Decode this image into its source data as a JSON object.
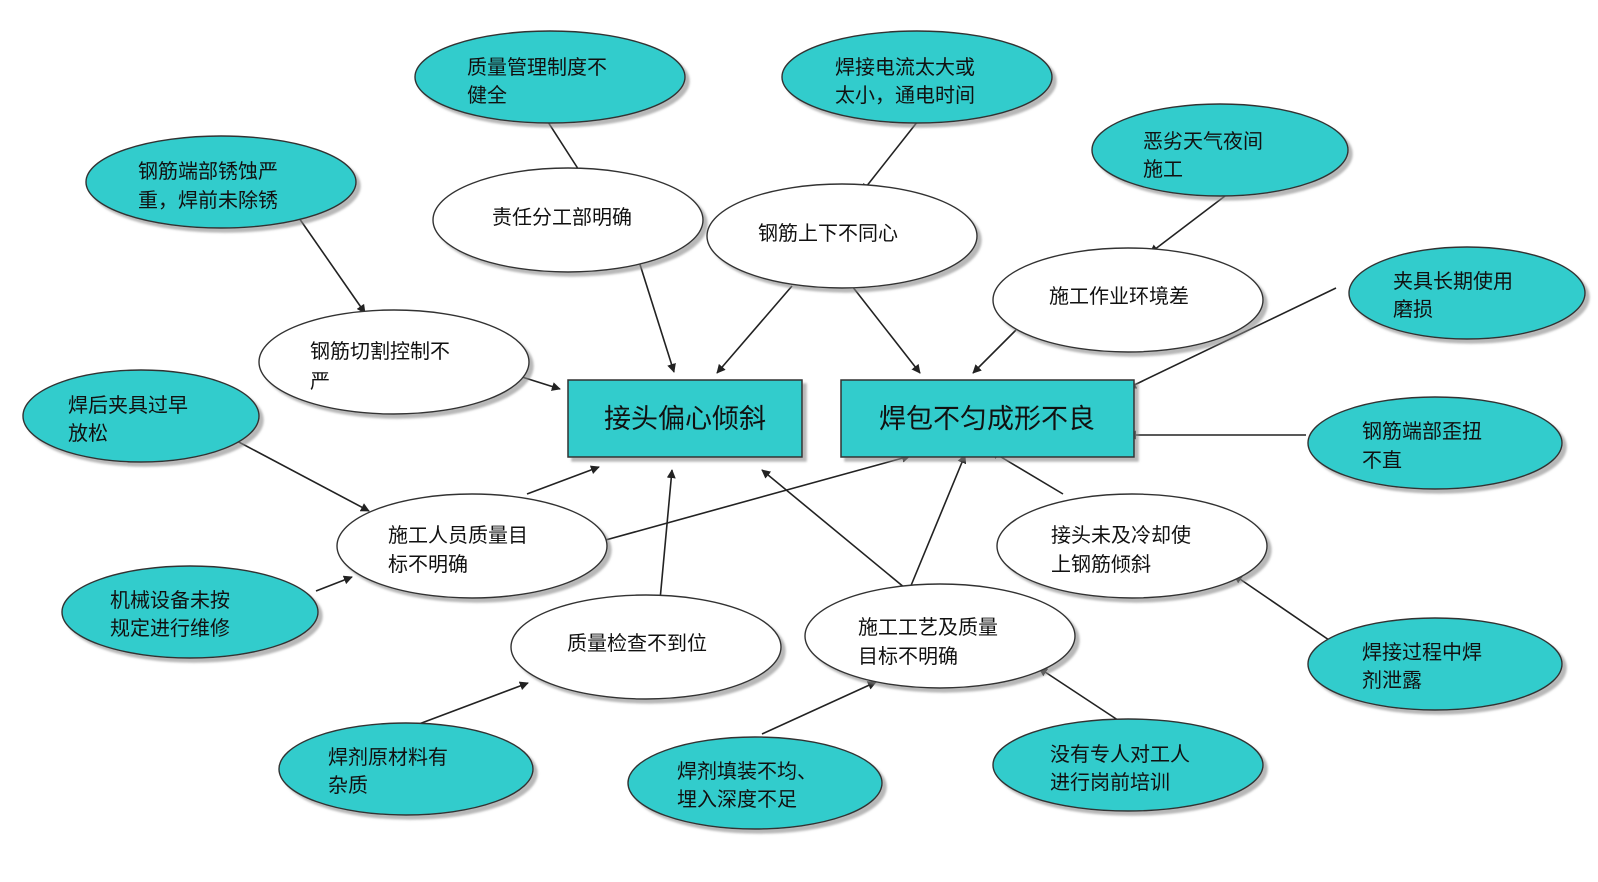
{
  "colors": {
    "teal": "#33cccc",
    "white": "#ffffff",
    "stroke": "#333333",
    "arrow": "#222222"
  },
  "main_effects": {
    "left": "接头偏心倾斜",
    "right": "焊包不匀成形不良"
  },
  "causes": {
    "resp": [
      "责任分工部明确"
    ],
    "rebar_center": [
      "钢筋上下不同心"
    ],
    "env": [
      "施工作业环境差"
    ],
    "cut": [
      "钢筋切割控制不",
      "严"
    ],
    "staff": [
      "施工人员质量目",
      "标不明确"
    ],
    "inspect": [
      "质量检查不到位"
    ],
    "process": [
      "施工工艺及质量",
      "目标不明确"
    ],
    "cool": [
      "接头未及冷却使",
      "上钢筋倾斜"
    ]
  },
  "root_causes": {
    "quality_sys": [
      "质量管理制度不",
      "健全"
    ],
    "current": [
      "焊接电流太大或",
      "太小，通电时间"
    ],
    "weather": [
      "恶劣天气夜间",
      "施工"
    ],
    "rust": [
      "钢筋端部锈蚀严",
      "重，焊前未除锈"
    ],
    "clamp_wear": [
      "夹具长期使用",
      "磨损"
    ],
    "early_release": [
      "焊后夹具过早",
      "放松"
    ],
    "twist": [
      "钢筋端部歪扭",
      "不直"
    ],
    "maintenance": [
      "机械设备未按",
      "规定进行维修"
    ],
    "flux_leak": [
      "焊接过程中焊",
      "剂泄露"
    ],
    "flux_impurity": [
      "焊剂原材料有",
      "杂质"
    ],
    "flux_fill": [
      "焊剂填装不均、",
      "埋入深度不足"
    ],
    "training": [
      "没有专人对工人",
      "进行岗前培训"
    ]
  }
}
